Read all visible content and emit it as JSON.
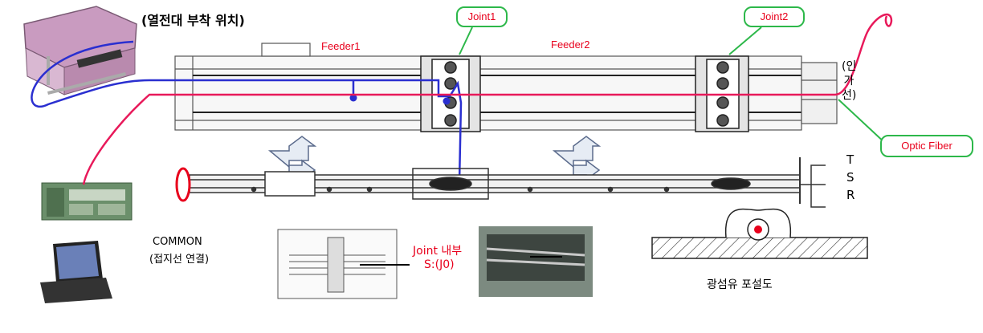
{
  "title": "(열전대 부착 위치)",
  "labels": {
    "feeder1": "Feeder1",
    "feeder2": "Feeder2",
    "joint1": "Joint1",
    "joint2": "Joint2",
    "optic_fiber": "Optic Fiber",
    "incoming": "(인가선)",
    "common_line1": "COMMON",
    "common_line2": "(접지선 연결)",
    "joint_inside": "Joint 내부",
    "joint_code": "S:(J0)",
    "fiber_laying": "광섬유 포설도",
    "phase_t": "T",
    "phase_s": "S",
    "phase_r": "R"
  },
  "colors": {
    "fiber_pink": "#e8195a",
    "thermo_blue": "#2a2fd0",
    "callout_green": "#2db84a",
    "label_red": "#e8001c"
  }
}
